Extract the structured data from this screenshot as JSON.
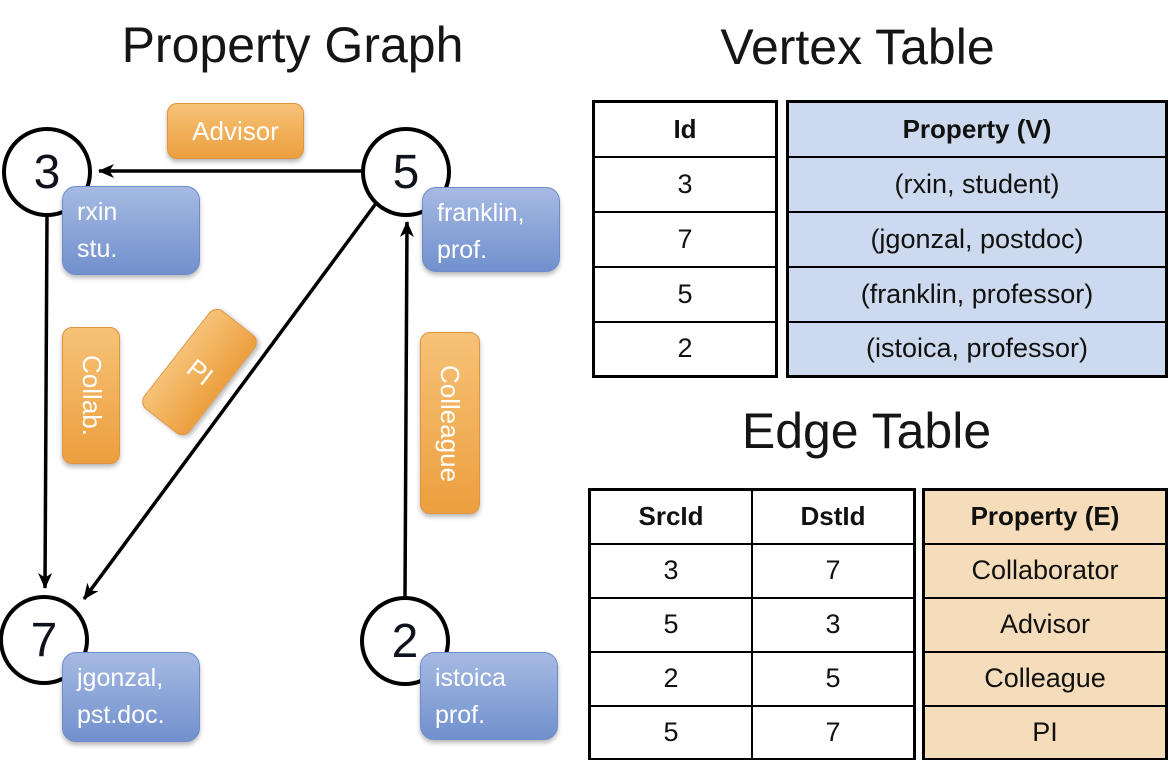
{
  "graph": {
    "title": "Property Graph",
    "node_ids": [
      "3",
      "5",
      "7",
      "2"
    ],
    "edge_labels": [
      "Advisor",
      "Collab.",
      "PI",
      "Colleague"
    ],
    "node_properties": [
      [
        "rxin",
        "stu."
      ],
      [
        "franklin,",
        "prof."
      ],
      [
        "jgonzal,",
        "pst.doc."
      ],
      [
        "istoica",
        "prof."
      ]
    ]
  },
  "vertex_table": {
    "title": "Vertex Table",
    "columns": [
      "Id",
      "Property (V)"
    ],
    "rows": [
      [
        "3",
        "(rxin, student)"
      ],
      [
        "7",
        "(jgonzal, postdoc)"
      ],
      [
        "5",
        "(franklin, professor)"
      ],
      [
        "2",
        "(istoica, professor)"
      ]
    ]
  },
  "edge_table": {
    "title": "Edge Table",
    "columns": [
      "SrcId",
      "DstId",
      "Property (E)"
    ],
    "rows": [
      [
        "3",
        "7",
        "Collaborator"
      ],
      [
        "5",
        "3",
        "Advisor"
      ],
      [
        "2",
        "5",
        "Colleague"
      ],
      [
        "5",
        "7",
        "PI"
      ]
    ]
  },
  "colors": {
    "edge_label_bg": "#f0a852",
    "node_property_bg": "#7f9cd4",
    "vertex_property_cell": "#cdd9ee",
    "edge_property_cell": "#f5dcbb",
    "line_color": "#000000"
  }
}
